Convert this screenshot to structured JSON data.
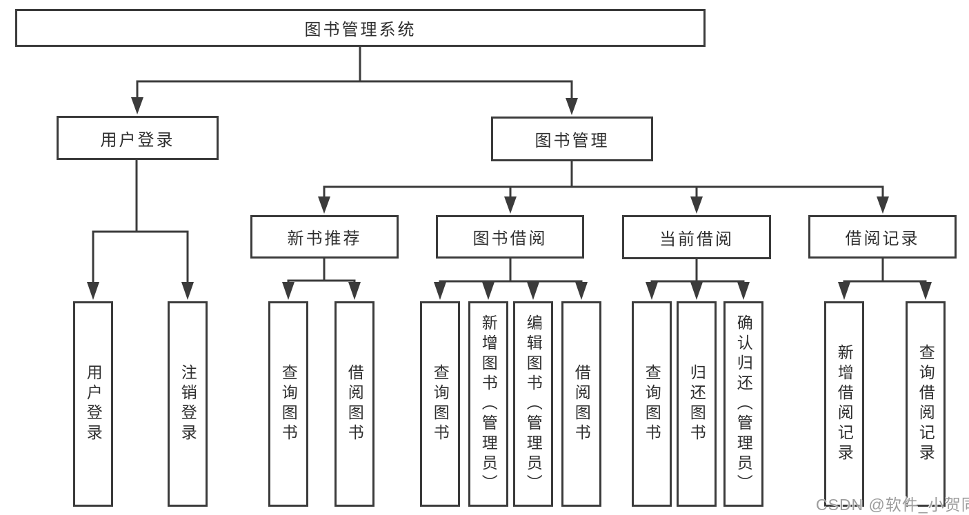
{
  "root": {
    "label": "图书管理系统"
  },
  "branches": [
    {
      "label": "用户登录",
      "children": [
        {
          "label": "用户登录"
        },
        {
          "label": "注销登录"
        }
      ]
    },
    {
      "label": "图书管理",
      "children": [
        {
          "label": "新书推荐",
          "children": [
            {
              "label": "查询图书"
            },
            {
              "label": "借阅图书"
            }
          ]
        },
        {
          "label": "图书借阅",
          "children": [
            {
              "label": "查询图书"
            },
            {
              "label": "新增图书（管理员）"
            },
            {
              "label": "编辑图书（管理员）"
            },
            {
              "label": "借阅图书"
            }
          ]
        },
        {
          "label": "当前借阅",
          "children": [
            {
              "label": "查询图书"
            },
            {
              "label": "归还图书"
            },
            {
              "label": "确认归还（管理员）"
            }
          ]
        },
        {
          "label": "借阅记录",
          "children": [
            {
              "label": "新增借阅记录"
            },
            {
              "label": "查询借阅记录"
            }
          ]
        }
      ]
    }
  ],
  "watermark": {
    "text": "CSDN @软件_小贺同学"
  },
  "colors": {
    "line": "#3b3b3b",
    "text": "#2f2f2f",
    "watermark": "#9c9c9c",
    "background": "#ffffff"
  }
}
